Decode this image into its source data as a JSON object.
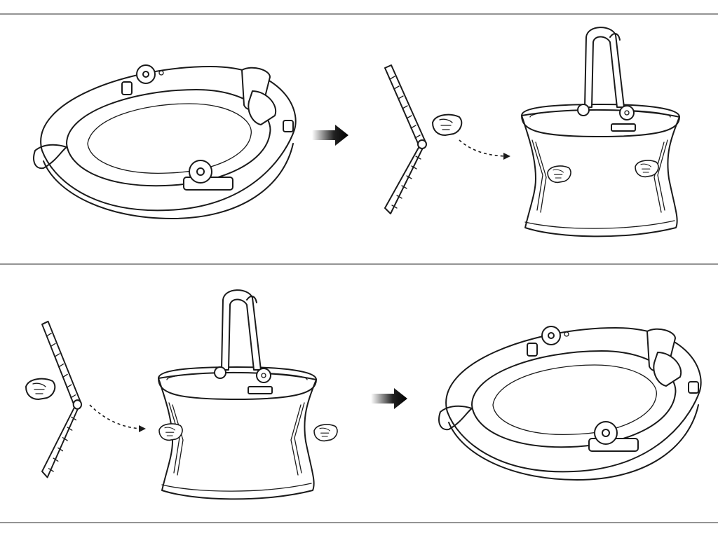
{
  "figure": {
    "panels": [
      {
        "id": "top",
        "steps": [
          "folded-basket",
          "arrow",
          "frame-bar",
          "hand",
          "open-basket"
        ]
      },
      {
        "id": "bottom",
        "steps": [
          "frame-bar",
          "hand",
          "open-basket",
          "arrow",
          "folded-basket"
        ]
      }
    ],
    "colors": {
      "line": "#1a1a1a",
      "background": "#ffffff",
      "divider": "#555555"
    }
  }
}
